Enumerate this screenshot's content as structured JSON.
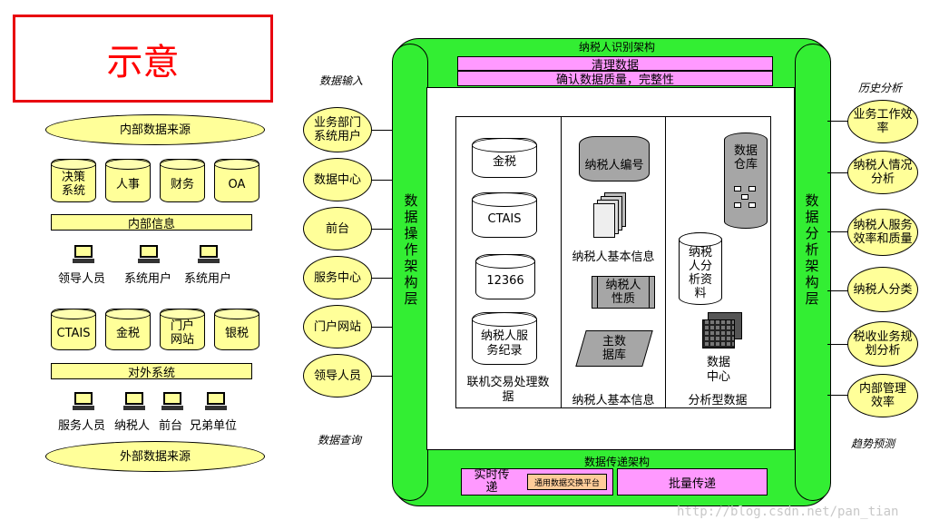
{
  "title": "示意",
  "left": {
    "internal_source": "内部数据来源",
    "internal_systems": [
      "决策\n系统",
      "人事",
      "财务",
      "OA"
    ],
    "internal_info": "内部信息",
    "internal_users": [
      "领导人员",
      "系统用户",
      "系统用户"
    ],
    "external_systems": [
      "CTAIS",
      "金税",
      "门户\n网站",
      "银税"
    ],
    "external_info": "对外系统",
    "external_users": [
      "服务人员",
      "纳税人",
      "前台",
      "兄弟单位"
    ],
    "external_source": "外部数据来源"
  },
  "input_label": "数据输入",
  "query_label": "数据查询",
  "inputs": [
    "业务部门\n系统用户",
    "数据中心",
    "前台",
    "服务中心",
    "门户网站",
    "领导人员"
  ],
  "history_label": "历史分析",
  "trend_label": "趋势预测",
  "outputs": [
    "业务工作效\n率",
    "纳税人情况\n分析",
    "纳税人服务\n效率和质量",
    "纳税人分类",
    "税收业务规\n划分析",
    "内部管理\n效率"
  ],
  "main": {
    "top_title": "纳税人识别架构",
    "clean": "清理数据",
    "confirm": "确认数据质量，完整性",
    "left_vertical": "数据操作架构层",
    "right_vertical": "数据分析架构层",
    "bottom_title": "数据传递架构",
    "realtime": "实时传\n递",
    "exchange": "通用数据交换平台",
    "batch": "批量传递",
    "col1": {
      "items": [
        "金税",
        "CTAIS",
        "12366",
        "纳税人服\n务纪录"
      ],
      "caption": "联机交易处理数\n据"
    },
    "col2": {
      "number": "纳税人编号",
      "basic": "纳税人基本信息",
      "nature": "纳税人\n性质",
      "master": "主数\n据库",
      "caption": "纳税人基本信息"
    },
    "col3": {
      "warehouse": "数据\n仓库",
      "analysis": "纳税\n人分\n析资\n料",
      "center": "数据\n中心",
      "caption": "分析型数据"
    }
  },
  "watermark": "http://blog.csdn.net/pan_tian",
  "colors": {
    "title_red": "#ff0000",
    "yellow": "#ffff99",
    "green": "#33ee33",
    "pink": "#ff99ff",
    "gray": "#a6a6a6"
  }
}
